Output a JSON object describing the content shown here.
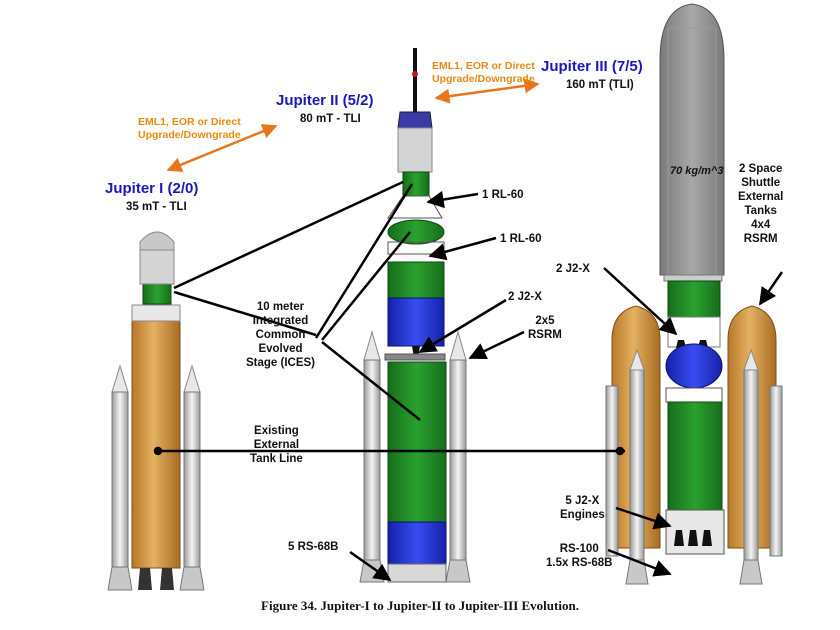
{
  "jupiter1": {
    "title": "Jupiter I (2/0)",
    "payload": "35 mT - TLI"
  },
  "jupiter2": {
    "title": "Jupiter II (5/2)",
    "payload": "80 mT - TLI"
  },
  "jupiter3": {
    "title": "Jupiter III (7/5)",
    "payload": "160 mT (TLI)"
  },
  "upgrade1": [
    "EML1, EOR or Direct",
    "Upgrade/Downgrade"
  ],
  "upgrade2": [
    "EML1, EOR or Direct",
    "Upgrade/Downgrade"
  ],
  "labels": {
    "rl60_top": "1 RL-60",
    "rl60_mid": "1 RL-60",
    "j2x_2": "2 J2-X",
    "rsrm_2x5": [
      "2x5",
      "RSRM"
    ],
    "ices": [
      "10 meter",
      "Integrated",
      "Common",
      "Evolved",
      "Stage (ICES)"
    ],
    "existing_tank": [
      "Existing",
      "External",
      "Tank Line"
    ],
    "rs68b": "5 RS-68B",
    "j2x_2_right": "2 J2-X",
    "density": "70 kg/m^3",
    "shuttle_tanks": [
      "2 Space",
      "Shuttle",
      "External",
      "Tanks",
      "4x4",
      "RSRM"
    ],
    "j2x_5": [
      "5 J2-X",
      "Engines"
    ],
    "rs100": [
      "RS-100",
      "1.5x RS-68B"
    ]
  },
  "caption": "Figure 34. Jupiter-I to Jupiter-II to Jupiter-III Evolution.",
  "colors": {
    "orange_tank": "#c98f3c",
    "green_stage": "#1f8a24",
    "blue_tank": "#1f2fd6",
    "gray_fairing": "#8a8a8a",
    "srb": "#dcdcdc",
    "title_blue": "#1a1ab8",
    "arrow_orange": "#e8751a"
  }
}
